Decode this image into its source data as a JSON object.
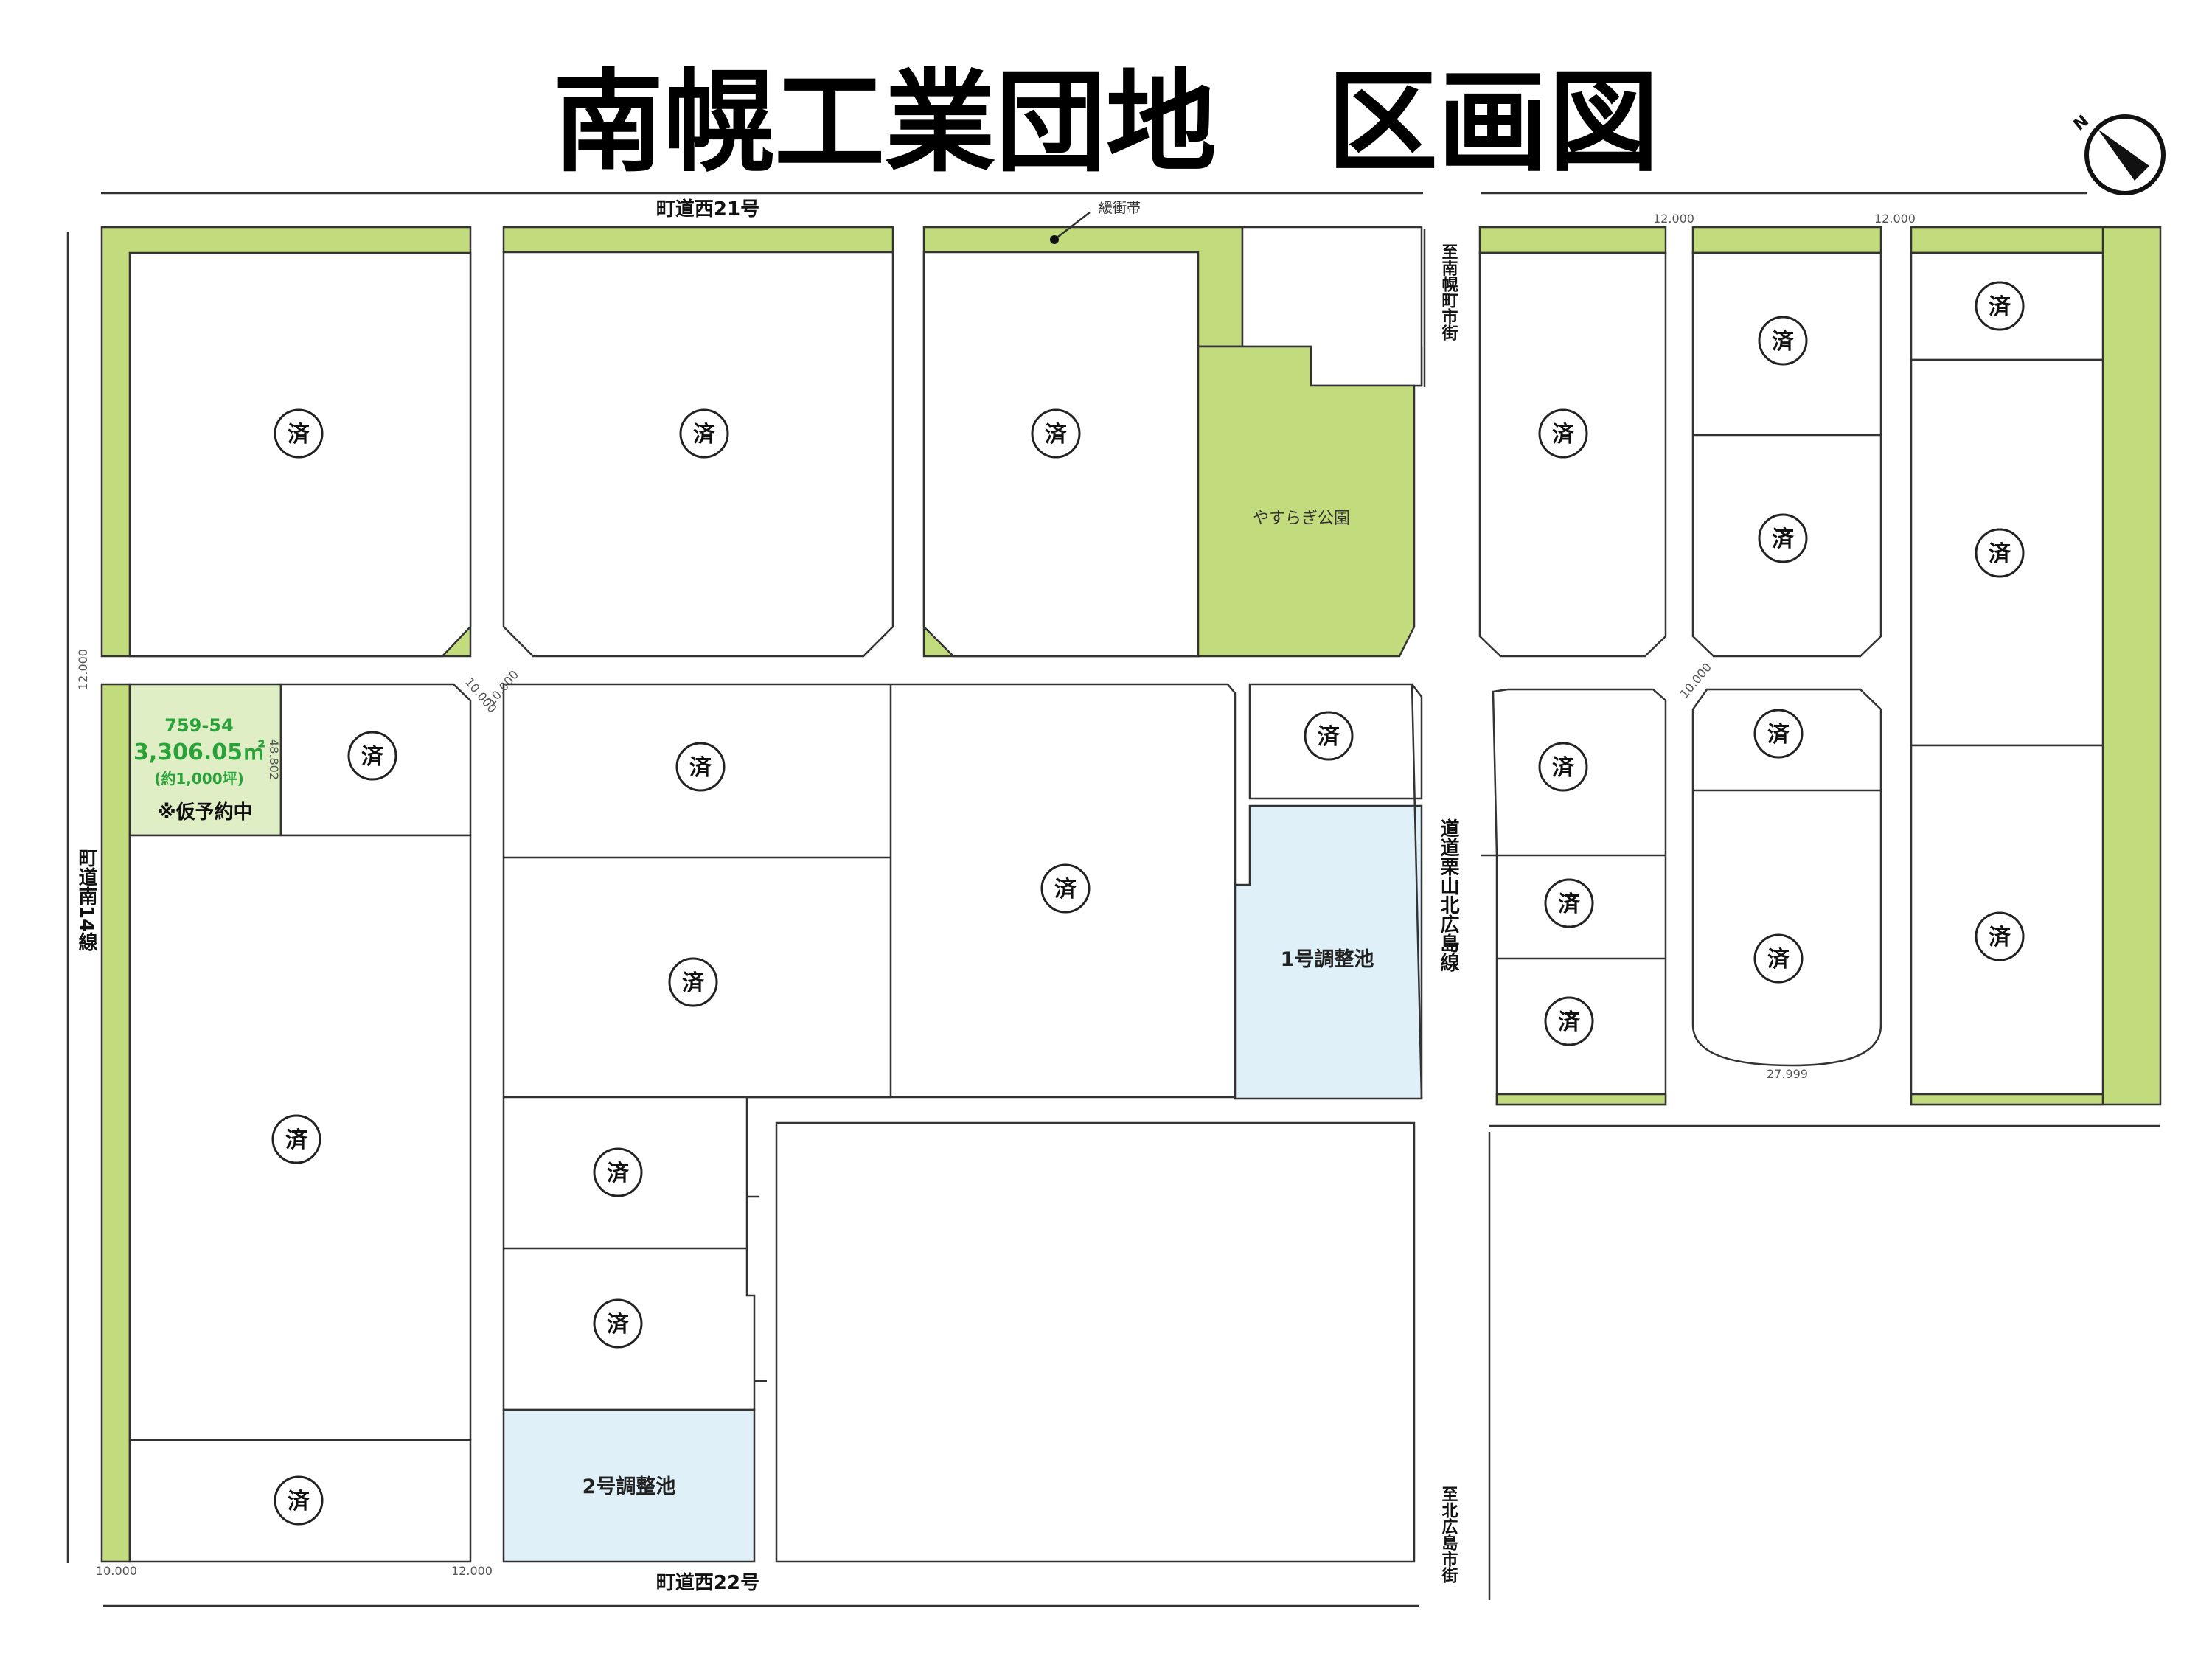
{
  "title": "南幌工業団地　区画図",
  "roads": {
    "north": "町道西21号",
    "south": "町道西22号",
    "west": "町道南14線",
    "east": "道道栗山北広島線",
    "to_nanporo": "至南幌町市街",
    "to_kitahiroshima": "至北広島市街"
  },
  "buffer_label": "緩衝帯",
  "park_label": "やすらぎ公園",
  "pond1_label": "1号調整池",
  "pond2_label": "2号調整池",
  "sold_label": "済",
  "available_lot": {
    "number": "759-54",
    "area": "3,306.05㎡",
    "tsubo": "(約1,000坪)",
    "status": "※仮予約中",
    "depth": "48.802"
  },
  "dimensions": {
    "road_w_12": "12.000",
    "road_w_10": "10.000",
    "width_27999": "27.999"
  },
  "compass": {
    "label": "N",
    "icon": "north-arrow-icon"
  },
  "colors": {
    "buffer_green": "#c2db7d",
    "available_lot_fill": "#dfeec5",
    "available_text": "#2aa23a",
    "pond_blue": "#dff0f9"
  }
}
